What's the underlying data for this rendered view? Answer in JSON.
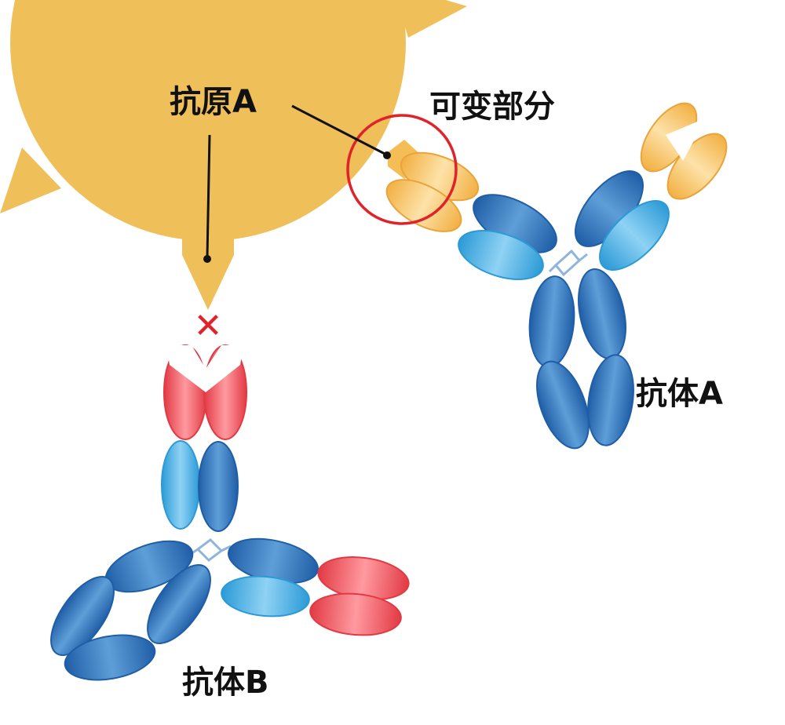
{
  "labels": {
    "antigen": "抗原A",
    "variable_region": "可变部分",
    "antibody_a": "抗体A",
    "antibody_b": "抗体B"
  },
  "colors": {
    "antigen": "#efc05a",
    "antigen_fragment": "#f5bd55",
    "heavy_chain": "#2e6fb7",
    "light_chain": "#4cb0e6",
    "mismatch_variable": "#e8414b",
    "highlight_circle": "#e0222a",
    "cross_mark": "#e0222a",
    "hinge": "#8fb5dc"
  },
  "marks": {
    "no_binding": "✕"
  }
}
